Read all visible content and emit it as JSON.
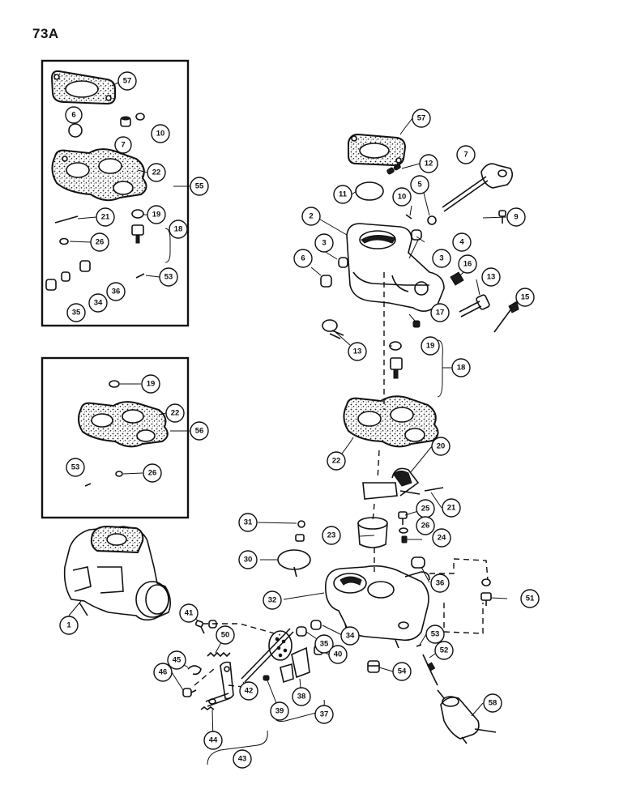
{
  "page": {
    "number": "73A"
  },
  "callouts": [
    {
      "id": "c57a",
      "text": "57"
    },
    {
      "id": "c6a",
      "text": "6"
    },
    {
      "id": "c7a",
      "text": "7"
    },
    {
      "id": "c10a",
      "text": "10"
    },
    {
      "id": "c22a",
      "text": "22"
    },
    {
      "id": "c55",
      "text": "55"
    },
    {
      "id": "c21a",
      "text": "21"
    },
    {
      "id": "c19a",
      "text": "19"
    },
    {
      "id": "c18a",
      "text": "18"
    },
    {
      "id": "c26a",
      "text": "26"
    },
    {
      "id": "c53a",
      "text": "53"
    },
    {
      "id": "c36a",
      "text": "36"
    },
    {
      "id": "c34a",
      "text": "34"
    },
    {
      "id": "c35a",
      "text": "35"
    },
    {
      "id": "c19b",
      "text": "19"
    },
    {
      "id": "c22b",
      "text": "22"
    },
    {
      "id": "c56",
      "text": "56"
    },
    {
      "id": "c53b",
      "text": "53"
    },
    {
      "id": "c26b",
      "text": "26"
    },
    {
      "id": "c57b",
      "text": "57"
    },
    {
      "id": "c12",
      "text": "12"
    },
    {
      "id": "c7b",
      "text": "7"
    },
    {
      "id": "c11",
      "text": "11"
    },
    {
      "id": "c10b",
      "text": "10"
    },
    {
      "id": "c5",
      "text": "5"
    },
    {
      "id": "c9",
      "text": "9"
    },
    {
      "id": "c2",
      "text": "2"
    },
    {
      "id": "c4",
      "text": "4"
    },
    {
      "id": "c3a",
      "text": "3"
    },
    {
      "id": "c3b",
      "text": "3"
    },
    {
      "id": "c6b",
      "text": "6"
    },
    {
      "id": "c16",
      "text": "16"
    },
    {
      "id": "c13a",
      "text": "13"
    },
    {
      "id": "c15",
      "text": "15"
    },
    {
      "id": "c17",
      "text": "17"
    },
    {
      "id": "c13b",
      "text": "13"
    },
    {
      "id": "c19c",
      "text": "19"
    },
    {
      "id": "c18b",
      "text": "18"
    },
    {
      "id": "c22c",
      "text": "22"
    },
    {
      "id": "c20",
      "text": "20"
    },
    {
      "id": "c21b",
      "text": "21"
    },
    {
      "id": "c31",
      "text": "31"
    },
    {
      "id": "c25",
      "text": "25"
    },
    {
      "id": "c23",
      "text": "23"
    },
    {
      "id": "c26c",
      "text": "26"
    },
    {
      "id": "c24",
      "text": "24"
    },
    {
      "id": "c30",
      "text": "30"
    },
    {
      "id": "c36b",
      "text": "36"
    },
    {
      "id": "c32",
      "text": "32"
    },
    {
      "id": "c51",
      "text": "51"
    },
    {
      "id": "c1",
      "text": "1"
    },
    {
      "id": "c41",
      "text": "41"
    },
    {
      "id": "c34b",
      "text": "34"
    },
    {
      "id": "c50",
      "text": "50"
    },
    {
      "id": "c35b",
      "text": "35"
    },
    {
      "id": "c53c",
      "text": "53"
    },
    {
      "id": "c45",
      "text": "45"
    },
    {
      "id": "c52",
      "text": "52"
    },
    {
      "id": "c46",
      "text": "46"
    },
    {
      "id": "c40",
      "text": "40"
    },
    {
      "id": "c54",
      "text": "54"
    },
    {
      "id": "c42",
      "text": "42"
    },
    {
      "id": "c38",
      "text": "38"
    },
    {
      "id": "c39",
      "text": "39"
    },
    {
      "id": "c37",
      "text": "37"
    },
    {
      "id": "c58",
      "text": "58"
    },
    {
      "id": "c44",
      "text": "44"
    },
    {
      "id": "c43",
      "text": "43"
    }
  ]
}
